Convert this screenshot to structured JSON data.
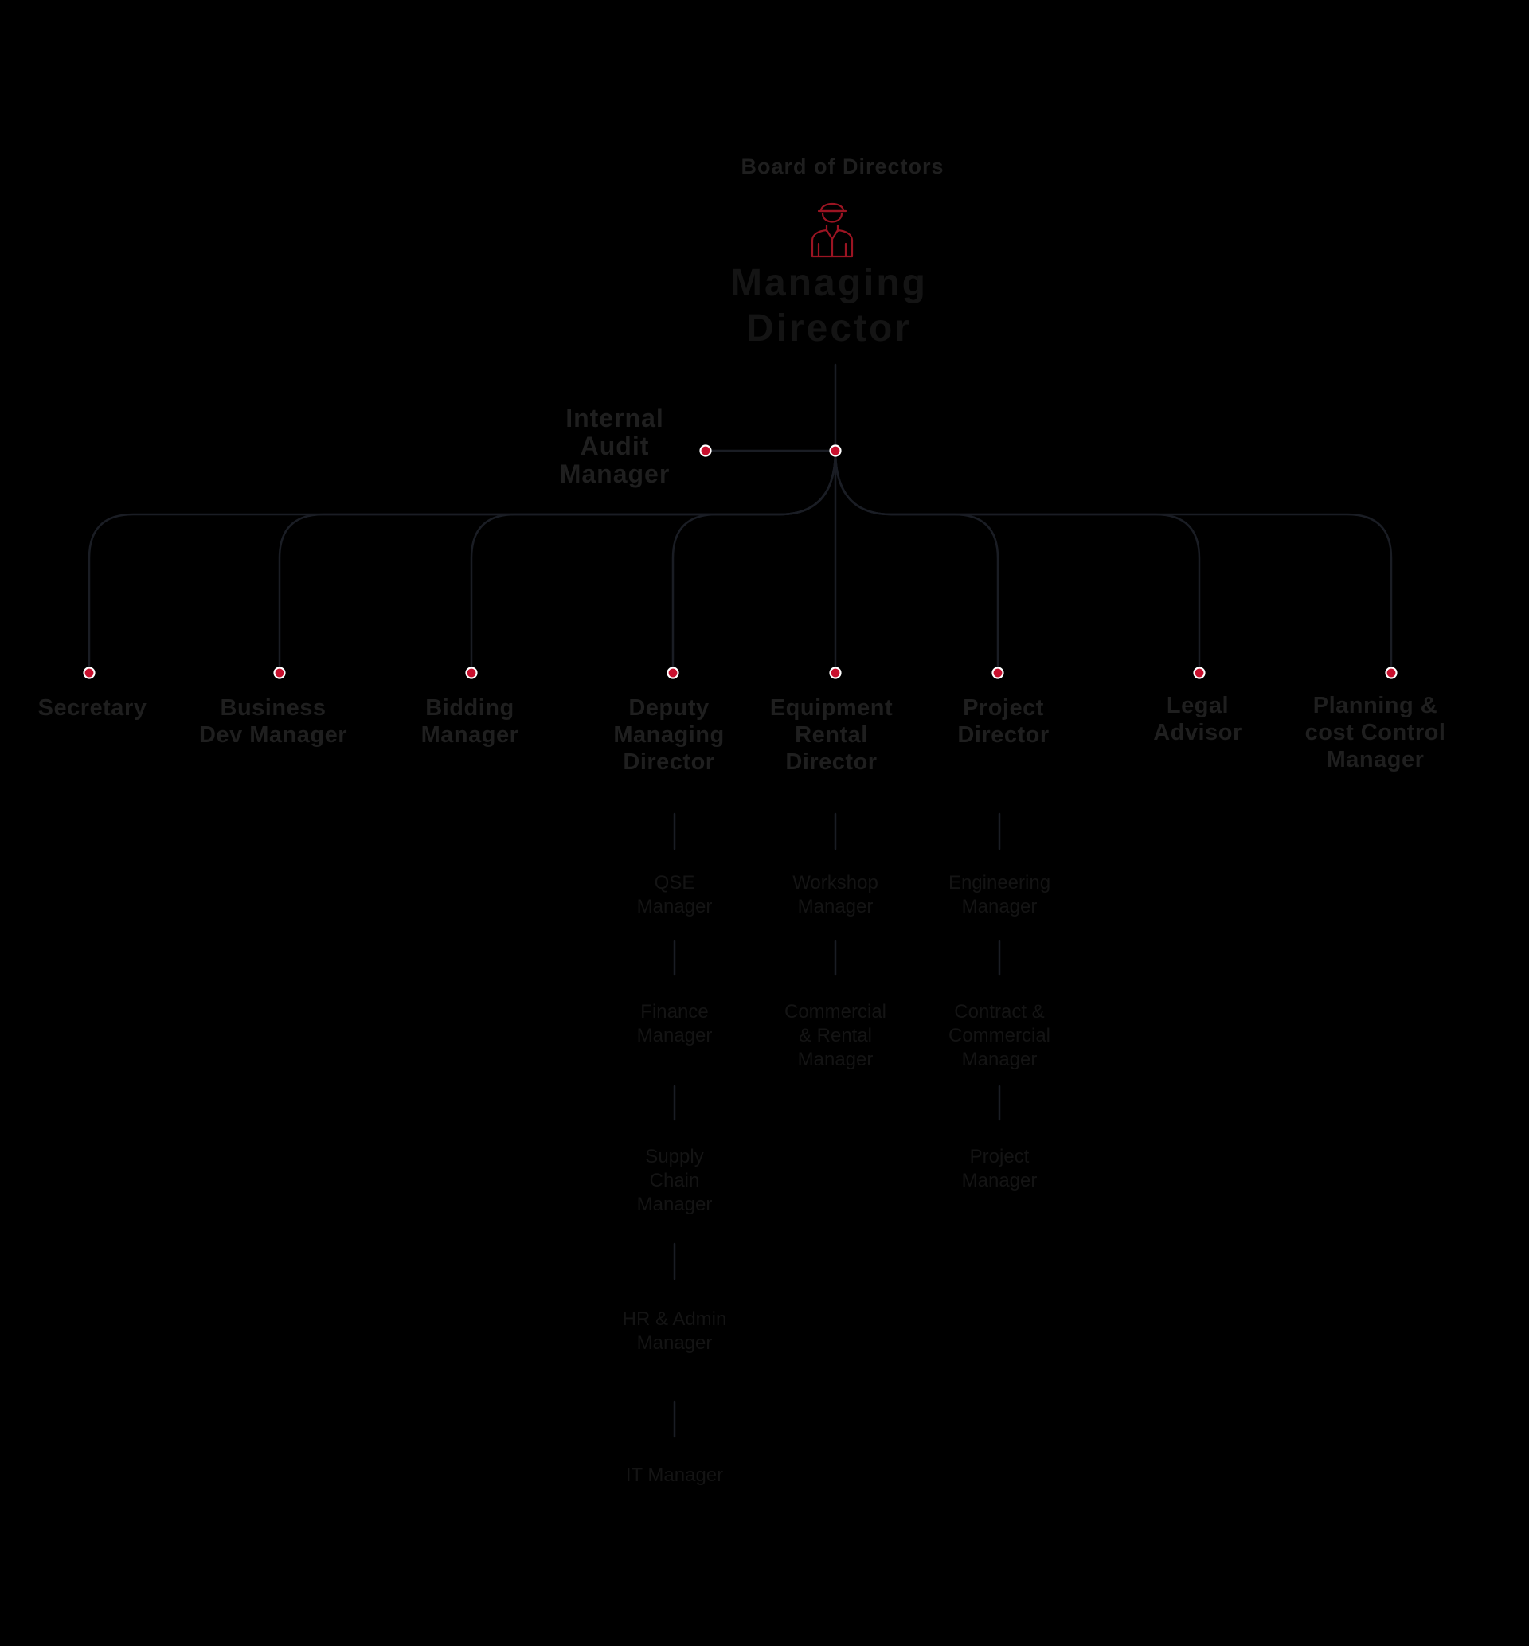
{
  "board": {
    "label": "Board of Directors"
  },
  "head": {
    "title_line1": "Managing",
    "title_line2": "Director"
  },
  "audit": {
    "line1": "Internal",
    "line2": "Audit",
    "line3": "Manager"
  },
  "colors": {
    "background": "#000000",
    "line": "#1a1d24",
    "node_fill": "#c8102e",
    "node_stroke": "#ffffff",
    "icon": "#9b1422",
    "text_strong": "#1f1f1f",
    "text_faint": "#141414"
  },
  "icons": {
    "head": "person-icon"
  },
  "reports": [
    {
      "lines": [
        "Secretary"
      ]
    },
    {
      "lines": [
        "Business",
        "Dev Manager"
      ]
    },
    {
      "lines": [
        "Bidding",
        "Manager"
      ]
    },
    {
      "lines": [
        "Deputy",
        "Managing",
        "Director"
      ]
    },
    {
      "lines": [
        "Equipment",
        "Rental",
        "Director"
      ]
    },
    {
      "lines": [
        "Project",
        "Director"
      ]
    },
    {
      "lines": [
        "Legal",
        "Advisor"
      ]
    },
    {
      "lines": [
        "Planning &",
        "cost Control",
        "Manager"
      ]
    }
  ],
  "sub_columns": [
    {
      "parent": "Deputy Managing Director",
      "items": [
        {
          "lines": [
            "QSE",
            "Manager"
          ]
        },
        {
          "lines": [
            "Finance",
            "Manager"
          ]
        },
        {
          "lines": [
            "Supply",
            "Chain",
            "Manager"
          ]
        },
        {
          "lines": [
            "HR & Admin",
            "Manager"
          ]
        },
        {
          "lines": [
            "IT Manager"
          ]
        }
      ]
    },
    {
      "parent": "Equipment Rental Director",
      "items": [
        {
          "lines": [
            "Workshop",
            "Manager"
          ]
        },
        {
          "lines": [
            "Commercial",
            "& Rental",
            "Manager"
          ]
        }
      ]
    },
    {
      "parent": "Project Director",
      "items": [
        {
          "lines": [
            "Engineering",
            "Manager"
          ]
        },
        {
          "lines": [
            "Contract &",
            "Commercial",
            "Manager"
          ]
        },
        {
          "lines": [
            "Project",
            "Manager"
          ]
        }
      ]
    }
  ]
}
